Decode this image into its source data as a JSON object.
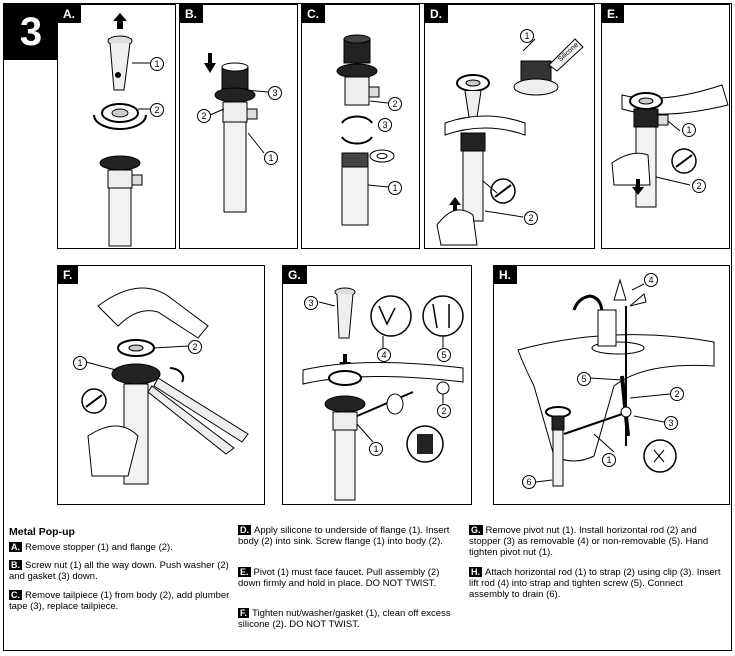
{
  "step_number": "3",
  "panels": {
    "A": {
      "label": "A.",
      "callouts": [
        "1",
        "2"
      ]
    },
    "B": {
      "label": "B.",
      "callouts": [
        "3",
        "2",
        "1"
      ]
    },
    "C": {
      "label": "C.",
      "callouts": [
        "2",
        "3",
        "1"
      ]
    },
    "D": {
      "label": "D.",
      "callouts": [
        "1",
        "2"
      ],
      "tube_text": "Silicone"
    },
    "E": {
      "label": "E.",
      "callouts": [
        "1",
        "2"
      ]
    },
    "F": {
      "label": "F.",
      "callouts": [
        "2",
        "1"
      ]
    },
    "G": {
      "label": "G.",
      "callouts": [
        "3",
        "4",
        "5",
        "2",
        "1"
      ]
    },
    "H": {
      "label": "H.",
      "callouts": [
        "4",
        "5",
        "2",
        "3",
        "1",
        "6"
      ]
    }
  },
  "instructions": {
    "title": "Metal Pop-up",
    "steps": [
      {
        "key": "A.",
        "text": "Remove stopper (1) and flange (2)."
      },
      {
        "key": "B.",
        "text": "Screw nut (1) all the way down. Push washer (2) and gasket (3) down."
      },
      {
        "key": "C.",
        "text": "Remove tailpiece (1) from body (2), add plumber tape (3), replace tailpiece."
      },
      {
        "key": "D.",
        "text": "Apply silicone to underside of flange (1). Insert body (2) into sink. Screw flange (1) into body (2)."
      },
      {
        "key": "E.",
        "text": "Pivot (1) must face faucet. Pull assembly (2) down firmly and hold in place. DO NOT TWIST."
      },
      {
        "key": "F.",
        "text": "Tighten nut/washer/gasket (1), clean off excess silicone (2). DO NOT TWIST."
      },
      {
        "key": "G.",
        "text": "Remove pivot nut (1). Install horizontal rod (2) and stopper (3) as removable (4) or non-removable (5). Hand tighten pivot nut (1)."
      },
      {
        "key": "H.",
        "text": "Attach horizontal rod (1) to strap (2) using clip (3). Insert lift rod (4) into strap and tighten screw (5). Connect assembly to drain (6)."
      }
    ]
  }
}
